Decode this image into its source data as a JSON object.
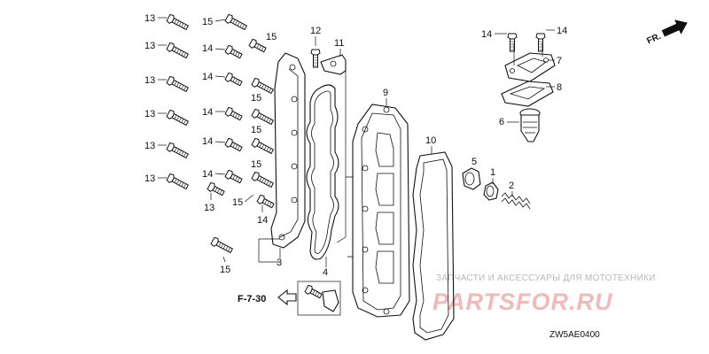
{
  "labels": {
    "l1": "1",
    "l2": "2",
    "l3": "3",
    "l4": "4",
    "l5": "5",
    "l6": "6",
    "l7": "7",
    "l8": "8",
    "l9": "9",
    "l10": "10",
    "l11": "11",
    "l12": "12",
    "l13": "13",
    "l14": "14",
    "l15": "15"
  },
  "direction_label": "FR.",
  "reference": "F-7-30",
  "diagram_code": "ZW5AE0400",
  "watermark": {
    "tagline": "ЗАПЧАСТИ И АКСЕССУАРЫ ДЛЯ МОТОТЕХНИКИ",
    "brand": "PARTSFOR.RU"
  }
}
